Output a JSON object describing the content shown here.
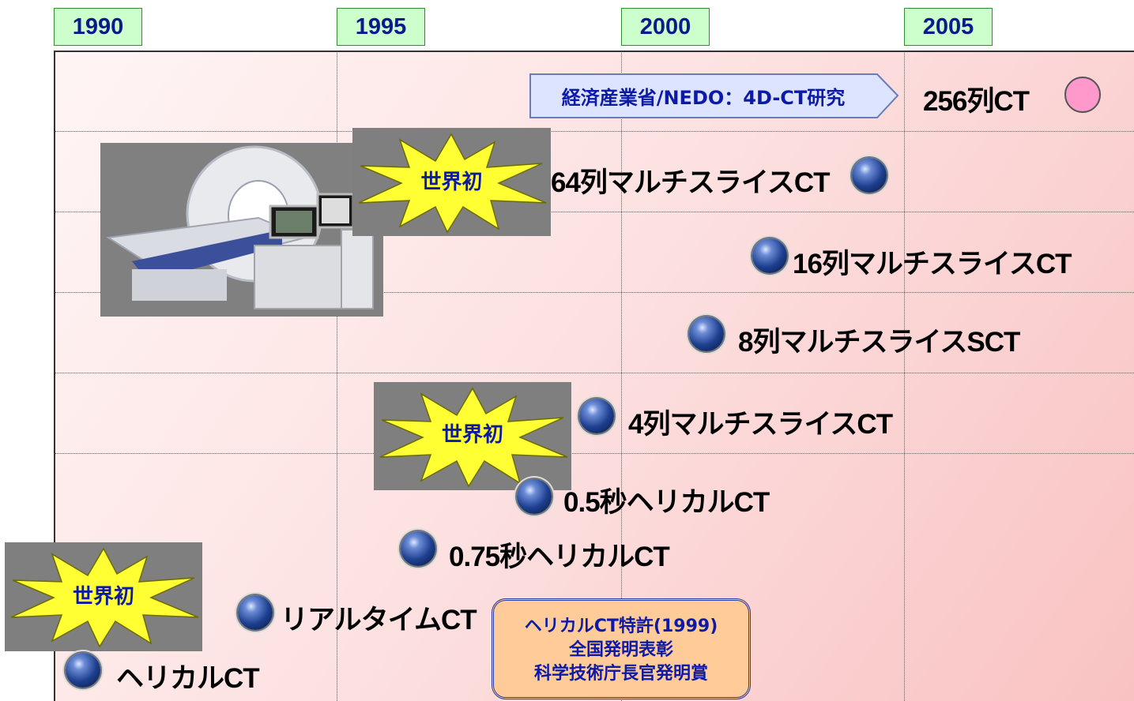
{
  "years": [
    "1990",
    "1995",
    "2000",
    "2005"
  ],
  "milestones": [
    {
      "label": "256列CT",
      "marker": "pink-circle"
    },
    {
      "label": "64列マルチスライスCT",
      "marker": "blue-sphere"
    },
    {
      "label": "16列マルチスライスCT",
      "marker": "blue-sphere"
    },
    {
      "label": "8列マルチスライスSCT",
      "marker": "blue-sphere"
    },
    {
      "label": "4列マルチスライスCT",
      "marker": "blue-sphere"
    },
    {
      "label": "0.5秒ヘリカルCT",
      "marker": "blue-sphere"
    },
    {
      "label": "0.75秒ヘリカルCT",
      "marker": "blue-sphere"
    },
    {
      "label": "リアルタイムCT",
      "marker": "blue-sphere"
    },
    {
      "label": "ヘリカルCT",
      "marker": "blue-sphere"
    }
  ],
  "research_arrow": "経済産業省/NEDO：4D-CT研究",
  "world_first": "世界初",
  "patent": {
    "line1": "ヘリカルCT特許(1999)",
    "line2": "全国発明表彰",
    "line3": "科学技術庁長官発明賞"
  },
  "colors": {
    "year_box_bg": "#ccffcc",
    "year_text": "#0b1a8c",
    "burst_fill": "#ffff33",
    "burst_text": "#0d1aa8",
    "arrow_fill": "#dde4ff",
    "patent_bg": "#ffcc99",
    "pink_marker": "#ff99cc"
  },
  "image": "ct-scanner-photo"
}
